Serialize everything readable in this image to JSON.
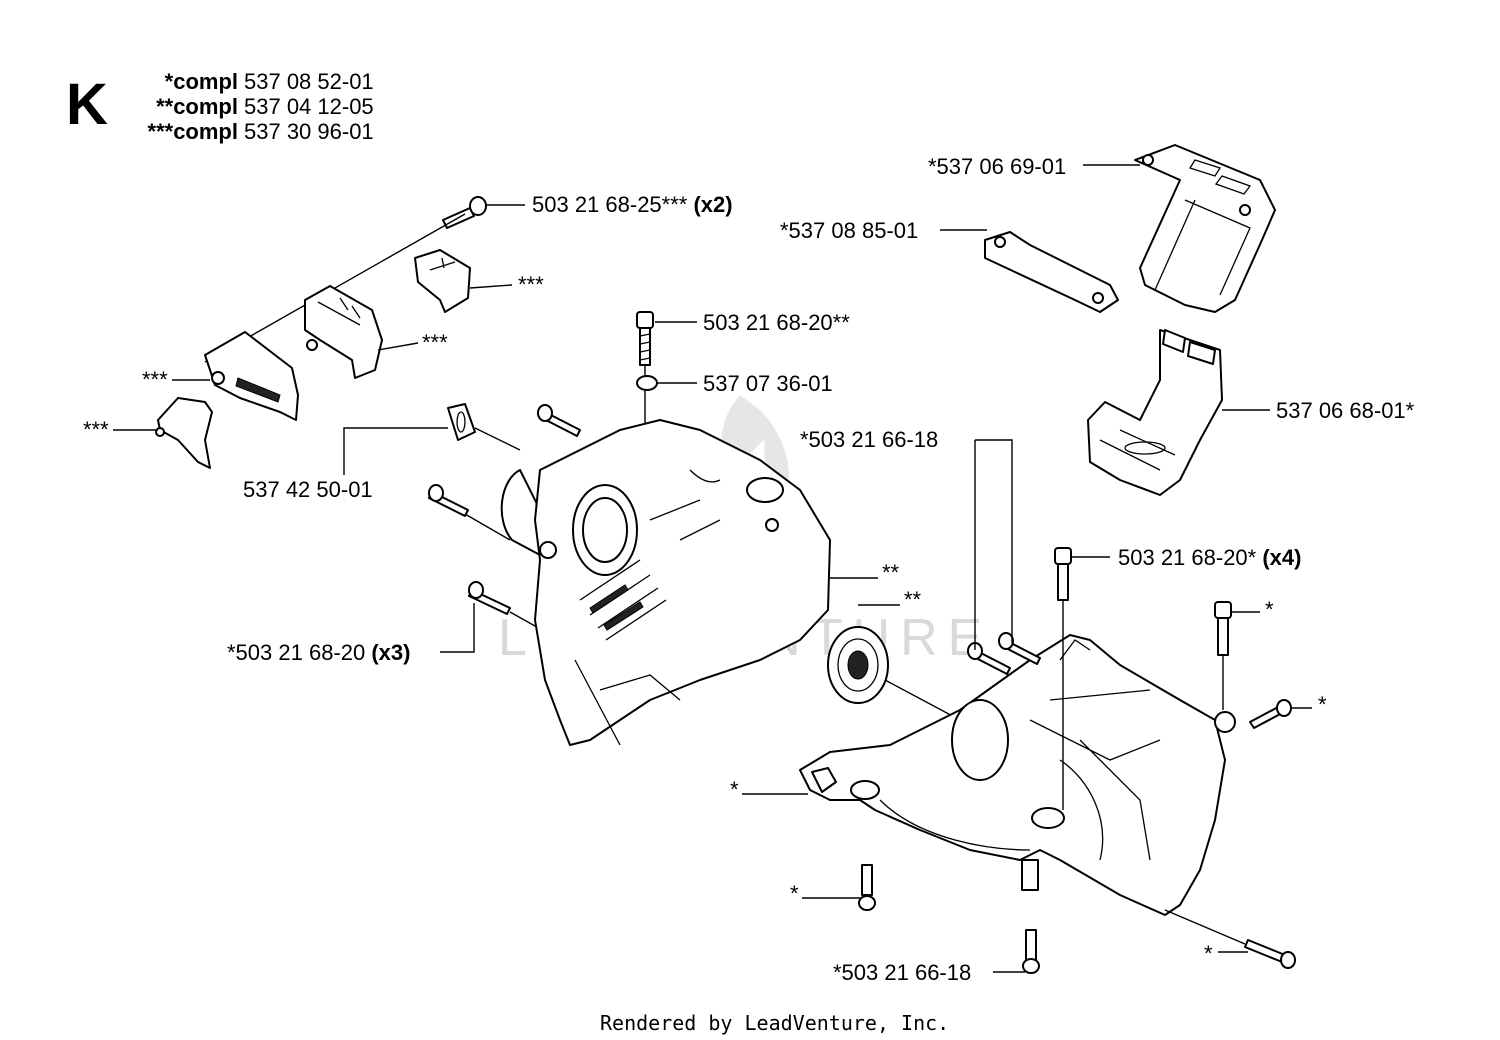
{
  "section": "K",
  "compl": [
    {
      "mark": "*compl",
      "number": "537 08 52-01"
    },
    {
      "mark": "**compl",
      "number": "537 04 12-05"
    },
    {
      "mark": "***compl",
      "number": "537 30 96-01"
    }
  ],
  "labels": {
    "screw_top": {
      "part": "503 21 68-25***",
      "qty": "(x2)"
    },
    "star3_a": "***",
    "star3_b": "***",
    "star3_c": "***",
    "star3_d": "***",
    "screw_center": "503 21 68-20**",
    "oring": "537 07 36-01",
    "gasket": "537 42 50-01",
    "screw_left": {
      "part": "*503 21 68-20",
      "qty": "(x3)"
    },
    "plate_top": "*537 06 69-01",
    "plate_small": "*537 08 85-01",
    "tank_cover": "537 06 68-01*",
    "crankcase_left": "**",
    "bearing": "**",
    "screw_pair": "*503 21 66-18",
    "screw_right": {
      "part": "503 21 68-20*",
      "qty": "(x4)"
    },
    "star_a": "*",
    "star_b": "*",
    "star_c": "*",
    "star_d": "*",
    "star_e": "*",
    "screw_bottom": "*503 21 66-18"
  },
  "watermark": "LEADVENTURE",
  "footer": "Rendered by LeadVenture, Inc."
}
